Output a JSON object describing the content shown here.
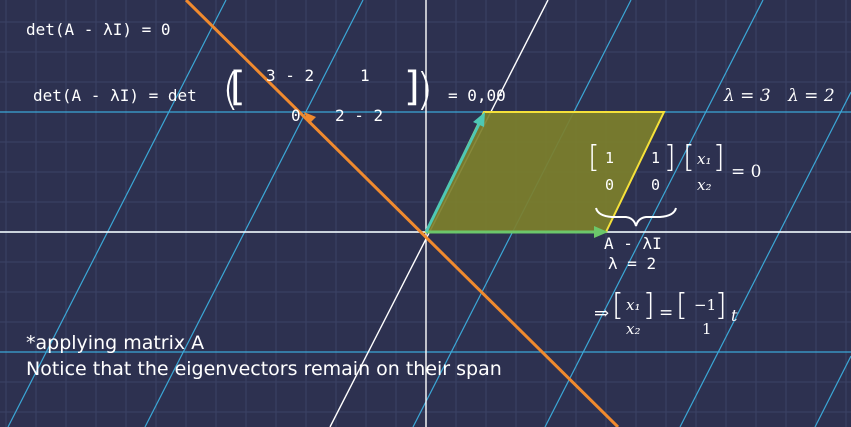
{
  "equations": {
    "char_eq": "det(A - λI) = 0",
    "det_prefix": "det(A - λI) = det",
    "matrix": [
      [
        "3 - 2",
        "1"
      ],
      [
        "0",
        "2 - 2"
      ]
    ],
    "det_result": "= 0,00",
    "lambda_1": "λ = 3",
    "lambda_2": "λ = 2"
  },
  "system": {
    "matrix": [
      [
        "1",
        "1"
      ],
      [
        "0",
        "0"
      ]
    ],
    "vector": [
      "x₁",
      "x₂"
    ],
    "rhs": "= 0",
    "brace_label": "A - λI",
    "lambda_label": "λ = 2"
  },
  "solution": {
    "implies": "⇒",
    "vector": [
      "x₁",
      "x₂"
    ],
    "equals": "=",
    "result": [
      "−1",
      "1"
    ],
    "param": "t"
  },
  "notes": {
    "line1": "*applying matrix A",
    "line2": "Notice that the eigenvectors remain on their span"
  },
  "colors": {
    "background": "#2d3150",
    "grid": "#3b4266",
    "transformed_grid": "#3ba7d6",
    "axes": "#ffffff",
    "eigen_line": "#f08a2e",
    "parallelogram_fill": "#7d7f2b",
    "parallelogram_edge": "#f5e13a",
    "basis_i": "#6cc76a",
    "basis_j": "#4ec8b4"
  }
}
